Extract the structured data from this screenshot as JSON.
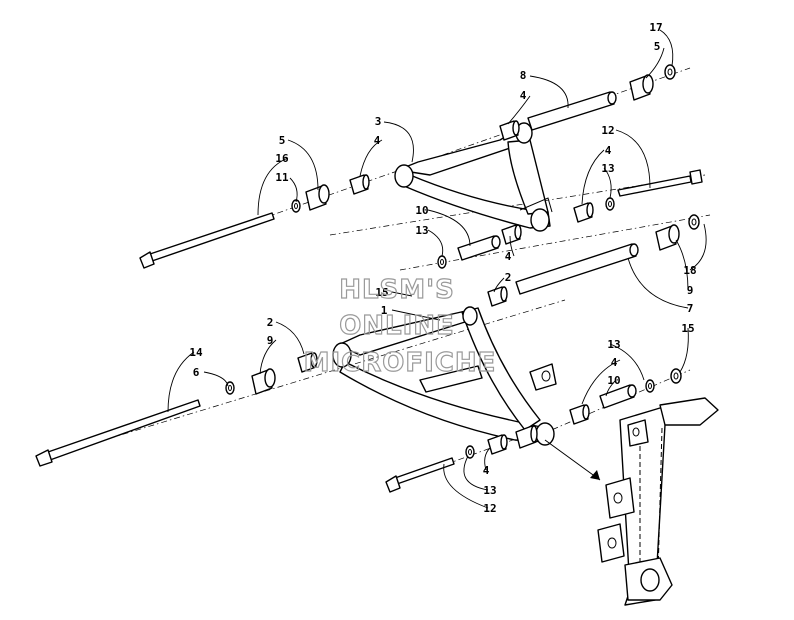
{
  "watermark": {
    "lines": [
      "HLSM'S",
      "ONLINE",
      "MICROFICHE"
    ],
    "color": "#9a9a9a"
  },
  "callouts": [
    {
      "id": "c17",
      "text": "17"
    },
    {
      "id": "c5a",
      "text": "5"
    },
    {
      "id": "c8",
      "text": "8"
    },
    {
      "id": "c4a",
      "text": "4"
    },
    {
      "id": "c3",
      "text": "3"
    },
    {
      "id": "c4b",
      "text": "4"
    },
    {
      "id": "c5b",
      "text": "5"
    },
    {
      "id": "c16",
      "text": "16"
    },
    {
      "id": "c11",
      "text": "11"
    },
    {
      "id": "c12a",
      "text": "12"
    },
    {
      "id": "c4c",
      "text": "4"
    },
    {
      "id": "c13a",
      "text": "13"
    },
    {
      "id": "c10a",
      "text": "10"
    },
    {
      "id": "c13b",
      "text": "13"
    },
    {
      "id": "c4d",
      "text": "4"
    },
    {
      "id": "c18",
      "text": "18"
    },
    {
      "id": "c2a",
      "text": "2"
    },
    {
      "id": "c9a",
      "text": "9"
    },
    {
      "id": "c7",
      "text": "7"
    },
    {
      "id": "c15a",
      "text": "15"
    },
    {
      "id": "c1",
      "text": "1"
    },
    {
      "id": "c2b",
      "text": "2"
    },
    {
      "id": "c9b",
      "text": "9"
    },
    {
      "id": "c14",
      "text": "14"
    },
    {
      "id": "c6",
      "text": "6"
    },
    {
      "id": "c13c",
      "text": "13"
    },
    {
      "id": "c15b",
      "text": "15"
    },
    {
      "id": "c4e",
      "text": "4"
    },
    {
      "id": "c10b",
      "text": "10"
    },
    {
      "id": "c4f",
      "text": "4"
    },
    {
      "id": "c13d",
      "text": "13"
    },
    {
      "id": "c12b",
      "text": "12"
    }
  ]
}
